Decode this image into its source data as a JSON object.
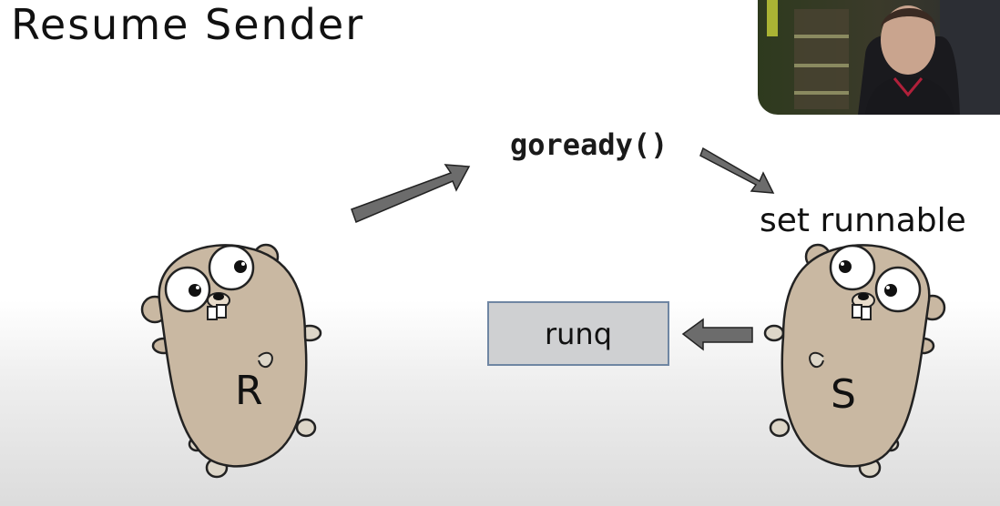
{
  "title": "Resume Sender",
  "function_call": "goready()",
  "state_label": "set runnable",
  "queue_label": "runq",
  "receiver_letter": "R",
  "sender_letter": "S",
  "colors": {
    "gopher_fur": "#c9b8a2",
    "arrow_fill": "#6c6c6c",
    "queue_fill": "#cfd0d2",
    "queue_border": "#6f86a3"
  }
}
